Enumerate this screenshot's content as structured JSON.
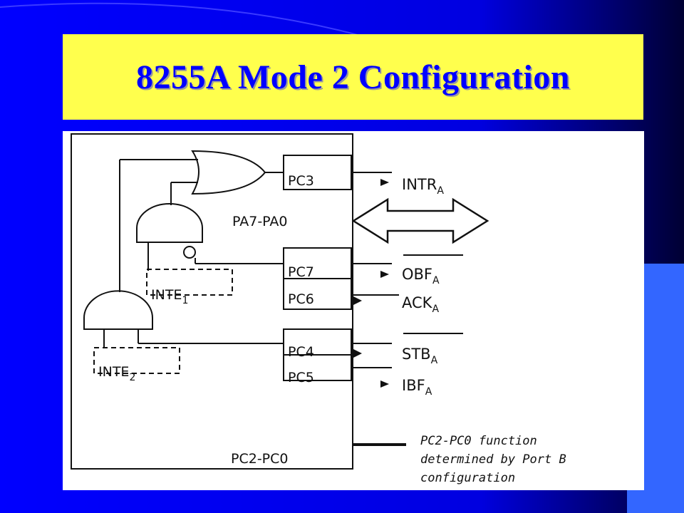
{
  "slide": {
    "title": "8255A Mode 2 Configuration",
    "colors": {
      "background": "#0000ff",
      "title_box": "#ffff4d",
      "title_text": "#0000ff",
      "panel": "#ffffff"
    }
  },
  "diagram": {
    "pins": {
      "pc3": "PC3",
      "pa_bus": "PA7-PA0",
      "pc7": "PC7",
      "pc6": "PC6",
      "pc4": "PC4",
      "pc5": "PC5",
      "pc2_pc0": "PC2-PC0"
    },
    "signals": {
      "intr": {
        "name": "INTR",
        "sub": "A"
      },
      "obf": {
        "name": "OBF",
        "sub": "A"
      },
      "ack": {
        "name": "ACK",
        "sub": "A"
      },
      "stb": {
        "name": "STB",
        "sub": "A"
      },
      "ibf": {
        "name": "IBF",
        "sub": "A"
      }
    },
    "latches": {
      "inte1": {
        "name": "INTE",
        "sub": "1"
      },
      "inte2": {
        "name": "INTE",
        "sub": "2"
      }
    },
    "note_lines": [
      "PC2-PC0 function",
      "determined by Port B",
      "configuration"
    ]
  }
}
